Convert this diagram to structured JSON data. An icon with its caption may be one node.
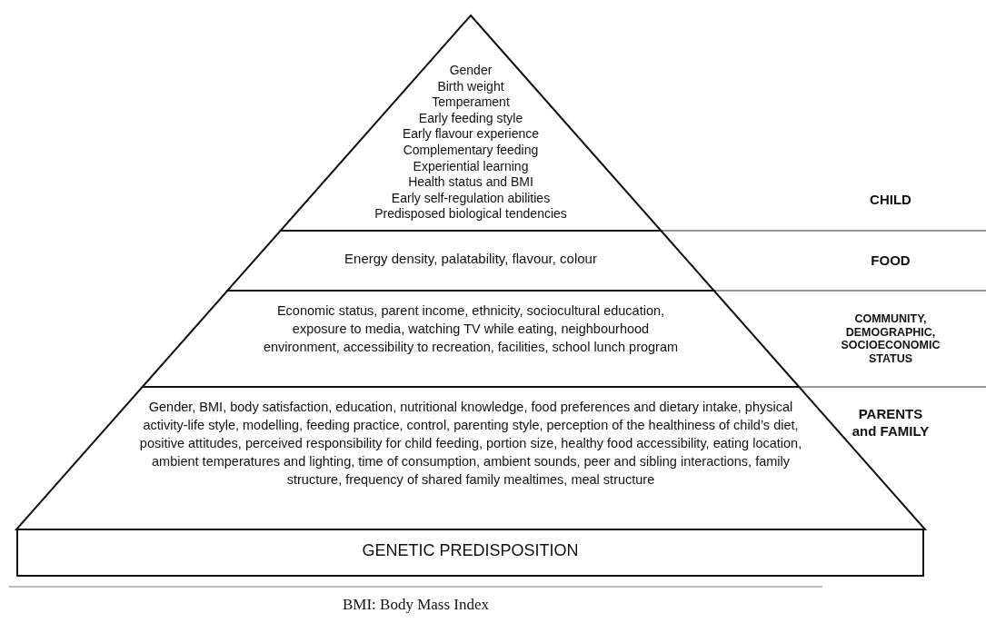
{
  "diagram": {
    "caption": "BMI: Body Mass Index",
    "nodes": [
      {
        "text": [
          "Gender",
          "Birth weight",
          "Temperament",
          "Early feeding style",
          "Early flavour experience",
          "Complementary feeding",
          "Experiential learning",
          "Health status and BMI",
          "Early self-regulation abilities",
          "Predisposed biological tendencies"
        ]
      },
      {
        "text": [
          "Energy density, palatability, flavour, colour"
        ]
      },
      {
        "text": [
          "Economic status, parent income, ethnicity, sociocultural education, exposure to media, watching TV while eating, neighbourhood environment, accessibility to recreation, facilities, school lunch program"
        ]
      },
      {
        "text": [
          "Gender, BMI, body satisfaction, education, nutritional knowledge, food preferences and dietary intake, physical activity-life style, modelling, feeding practice, control, parenting style, perception of the healthiness of child’s diet, positive attitudes, perceived responsibility for child feeding, portion size, healthy food accessibility, eating location, ambient temperatures and lighting, time of consumption, ambient sounds, peer and sibling interactions, family structure, frequency of shared family mealtimes, meal structure"
        ]
      },
      {
        "text": [
          "GENETIC PREDISPOSITION"
        ]
      }
    ],
    "labels": [
      "CHILD",
      "FOOD",
      "COMMUNITY, DEMOGRAPHIC, SOCIOECONOMIC STATUS",
      "PARENTS and FAMILY"
    ]
  }
}
